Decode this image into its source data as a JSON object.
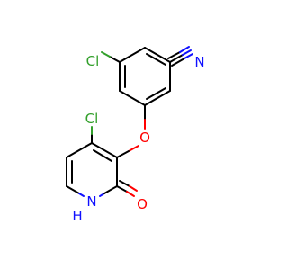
{
  "atoms": {
    "cl_top": "Cl",
    "cl_left": "Cl",
    "n_nitrile": "N",
    "o_ether": "O",
    "o_carbonyl": "O",
    "nh": "H",
    "n_ring": "N"
  },
  "colors": {
    "carbon": "#000000",
    "chlorine": "#33a02c",
    "oxygen": "#ff0000",
    "nitrogen": "#1010ff"
  }
}
